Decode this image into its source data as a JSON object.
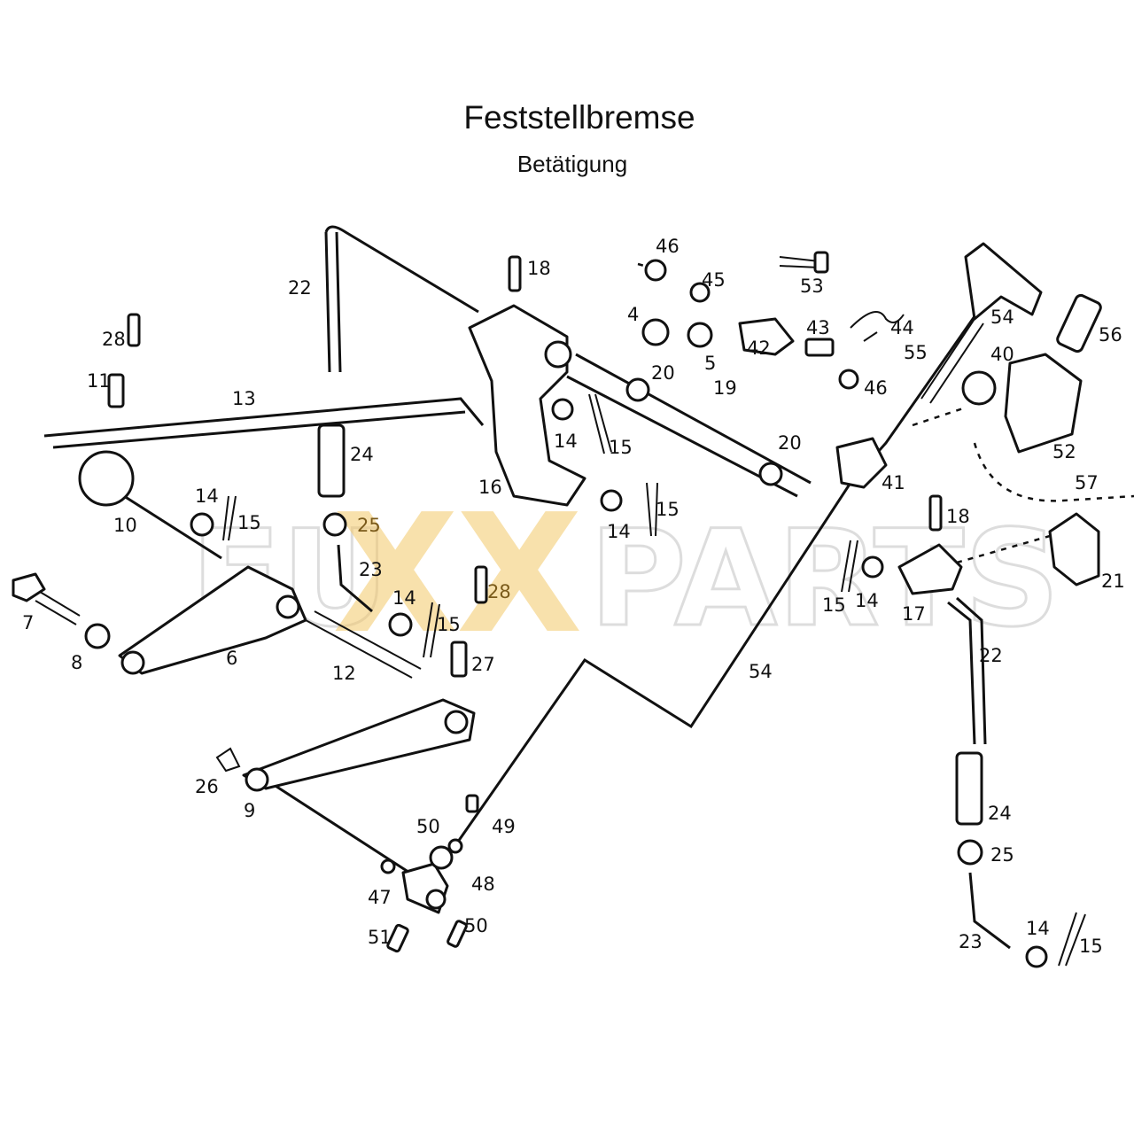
{
  "header": {
    "title": "Feststellbremse",
    "subtitle": "Betätigung"
  },
  "watermark": {
    "prefix": "FU",
    "x1": "X",
    "x2": "X",
    "suffix": "PARTS",
    "accent_color": "#f3c96a"
  },
  "labels": {
    "l4": "4",
    "l5": "5",
    "l6": "6",
    "l7": "7",
    "l8": "8",
    "l9": "9",
    "l10": "10",
    "l11": "11",
    "l12": "12",
    "l13": "13",
    "l14a": "14",
    "l14b": "14",
    "l14c": "14",
    "l14d": "14",
    "l14e": "14",
    "l14f": "14",
    "l15a": "15",
    "l15b": "15",
    "l15c": "15",
    "l15d": "15",
    "l15e": "15",
    "l15f": "15",
    "l16": "16",
    "l17": "17",
    "l18a": "18",
    "l18b": "18",
    "l19": "19",
    "l20a": "20",
    "l20b": "20",
    "l21": "21",
    "l22a": "22",
    "l22b": "22",
    "l23a": "23",
    "l23b": "23",
    "l24a": "24",
    "l24b": "24",
    "l25a": "25",
    "l25b": "25",
    "l26": "26",
    "l27": "27",
    "l28a": "28",
    "l28b": "28",
    "l40": "40",
    "l41": "41",
    "l42": "42",
    "l43": "43",
    "l44": "44",
    "l45": "45",
    "l46a": "46",
    "l46b": "46",
    "l47": "47",
    "l48": "48",
    "l49": "49",
    "l50a": "50",
    "l50b": "50",
    "l51": "51",
    "l52": "52",
    "l53": "53",
    "l54a": "54",
    "l54b": "54",
    "l55": "55",
    "l56": "56",
    "l57": "57"
  }
}
